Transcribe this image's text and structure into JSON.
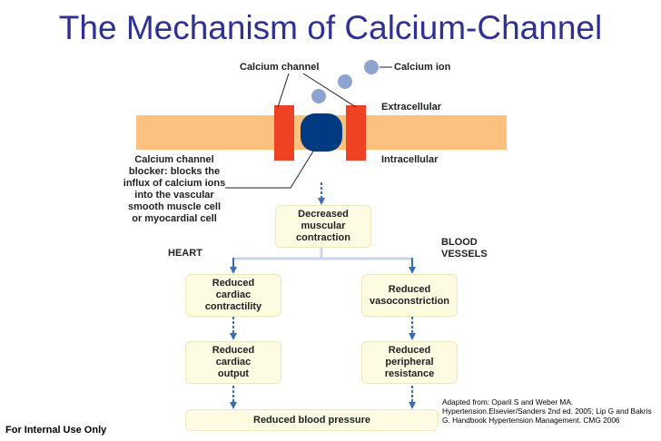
{
  "title": "The Mechanism of Calcium-Channel",
  "labels": {
    "calcium_channel": "Calcium channel",
    "calcium_ion": "Calcium ion",
    "extracellular": "Extracellular",
    "intracellular": "Intracellular",
    "blocker_description": "Calcium channel\nblocker: blocks the\ninflux of calcium ions\ninto the vascular\nsmooth muscle cell\nor myocardial cell",
    "heart": "HEART",
    "blood_vessels": "BLOOD\nVESSELS"
  },
  "boxes": {
    "decreased_contraction": "Decreased\nmuscular\ncontraction",
    "reduced_contractility": "Reduced\ncardiac\ncontractility",
    "reduced_vasoconstriction": "Reduced\nvasoconstriction",
    "reduced_output": "Reduced\ncardiac\noutput",
    "reduced_resistance": "Reduced\nperipheral\nresistance",
    "reduced_bp": "Reduced blood pressure"
  },
  "citation": "Adapted from: Oparil S and Weber MA. Hypertension.Elsevier/Sanders 2nd ed. 2005; Lip G and Bakris G. Handbook Hypertension Management. CMG 2006",
  "footer": "For Internal Use Only",
  "colors": {
    "title": "#2e3192",
    "membrane": "#fbc27f",
    "channel": "#ef4123",
    "blocker": "#003a80",
    "ion": "#8da3d0",
    "arrow": "#3a6db5",
    "box_fill": "#fdfbe2"
  }
}
